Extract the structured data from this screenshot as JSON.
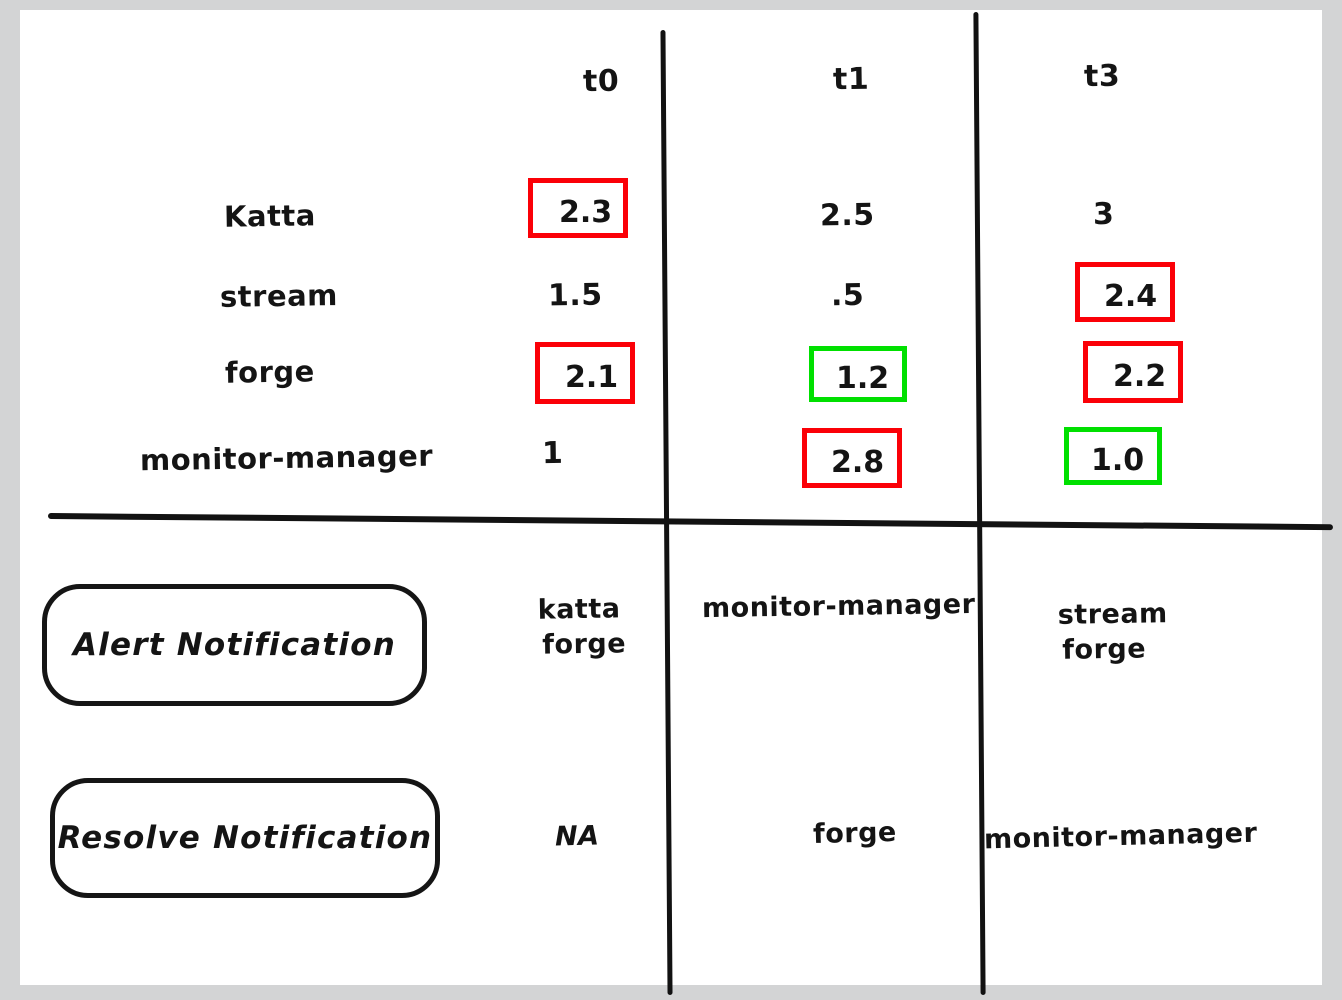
{
  "canvas": {
    "background": "#ffffff",
    "page_background": "#d3d4d5"
  },
  "colors": {
    "ink": "#141414",
    "alert_highlight": "#fb0007",
    "ok_highlight": "#00e000"
  },
  "table": {
    "columns": [
      "t0",
      "t1",
      "t3"
    ],
    "row_labels": [
      "Katta",
      "stream",
      "forge",
      "monitor-manager"
    ],
    "rows": [
      {
        "label": "Katta",
        "cells": [
          {
            "value": "2.3",
            "highlight": "red"
          },
          {
            "value": "2.5",
            "highlight": "none"
          },
          {
            "value": "3",
            "highlight": "none"
          }
        ]
      },
      {
        "label": "stream",
        "cells": [
          {
            "value": "1.5",
            "highlight": "none"
          },
          {
            "value": ".5",
            "highlight": "none"
          },
          {
            "value": "2.4",
            "highlight": "red"
          }
        ]
      },
      {
        "label": "forge",
        "cells": [
          {
            "value": "2.1",
            "highlight": "red"
          },
          {
            "value": "1.2",
            "highlight": "green"
          },
          {
            "value": "2.2",
            "highlight": "red"
          }
        ]
      },
      {
        "label": "monitor-manager",
        "cells": [
          {
            "value": "1",
            "highlight": "none"
          },
          {
            "value": "2.8",
            "highlight": "red"
          },
          {
            "value": "1.0",
            "highlight": "green"
          }
        ]
      }
    ]
  },
  "notifications": [
    {
      "label": "Alert Notification",
      "cells": [
        {
          "line1": "katta",
          "line2": "forge"
        },
        {
          "line1": "monitor-manager",
          "line2": ""
        },
        {
          "line1": "stream",
          "line2": "forge"
        }
      ]
    },
    {
      "label": "Resolve Notification",
      "cells": [
        {
          "line1": "NA",
          "line2": ""
        },
        {
          "line1": "forge",
          "line2": ""
        },
        {
          "line1": "monitor-manager",
          "line2": ""
        }
      ]
    }
  ]
}
